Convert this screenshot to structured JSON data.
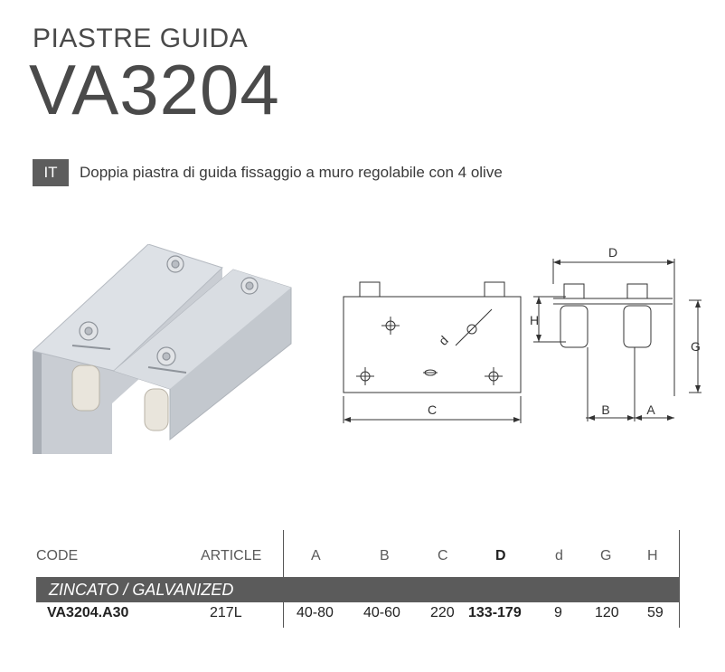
{
  "header": {
    "category": "PIASTRE GUIDA",
    "model": "VA3204"
  },
  "description": {
    "lang": "IT",
    "text": "Doppia piastra di guida fissaggio a muro regolabile con 4 olive"
  },
  "drawing_labels": {
    "C": "C",
    "d": "d",
    "D": "D",
    "H": "H",
    "G": "G",
    "B": "B",
    "A": "A"
  },
  "table": {
    "headers": {
      "code": "CODE",
      "article": "ARTICLE",
      "A": "A",
      "B": "B",
      "C": "C",
      "D": "D",
      "d": "d",
      "G": "G",
      "H": "H"
    },
    "group": "ZINCATO / GALVANIZED",
    "rows": [
      {
        "code": "VA3204.A30",
        "article": "217L",
        "A": "40-80",
        "B": "40-60",
        "C": "220",
        "D": "133-179",
        "d": "9",
        "G": "120",
        "H": "59"
      }
    ]
  },
  "colors": {
    "badge": "#5d5d5d",
    "group_bar": "#5b5b5b",
    "text": "#3a3a3a"
  }
}
